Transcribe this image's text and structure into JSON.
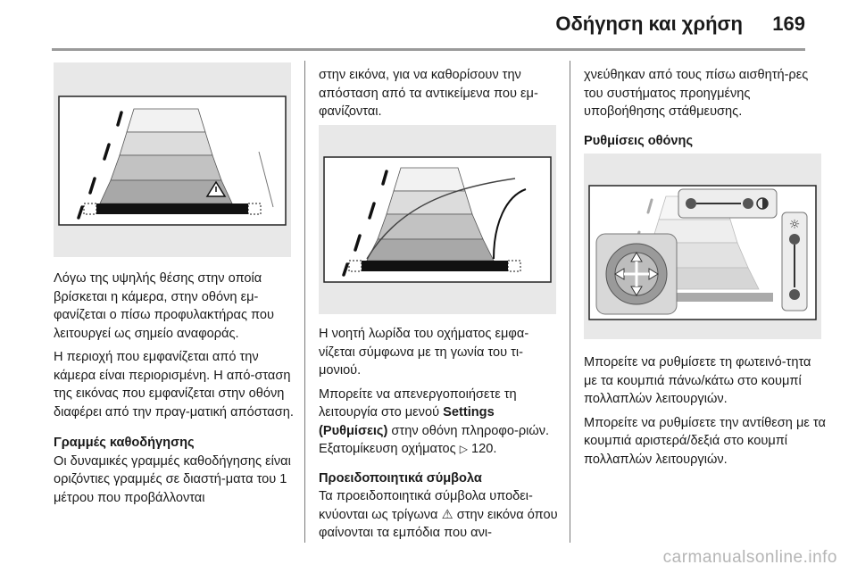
{
  "header": {
    "title": "Οδήγηση και χρήση",
    "page_number": "169"
  },
  "column1": {
    "p1": "Λόγω της υψηλής θέσης στην οποία βρίσκεται η κάμερα, στην οθόνη εμ-φανίζεται ο πίσω προφυλακτήρας που λειτουργεί ως σημείο αναφοράς.",
    "p2": "Η περιοχή που εμφανίζεται από την κάμερα είναι περιορισμένη. Η από-σταση της εικόνας που εμφανίζεται στην οθόνη διαφέρει από την πραγ-ματική απόσταση.",
    "heading": "Γραμμές καθοδήγησης",
    "p3": "Οι δυναμικές γραμμές καθοδήγησης είναι οριζόντιες γραμμές σε διαστή-ματα του 1 μέτρου που προβάλλονται"
  },
  "column2": {
    "p1": "στην εικόνα, για να καθορίσουν την απόσταση από τα αντικείμενα που εμ-φανίζονται.",
    "p2": "Η νοητή λωρίδα του οχήματος εμφα-νίζεται σύμφωνα με τη γωνία του τι-μονιού.",
    "p3_a": "Μπορείτε να απενεργοποιήσετε τη λειτουργία στο μενού ",
    "p3_bold": "Settings (Ρυθμίσεις)",
    "p3_b": " στην οθόνη πληροφο-ριών. Εξατομίκευση οχήματος ",
    "p3_ref_icon": "reference-arrow-icon",
    "p3_ref_page": "120.",
    "heading": "Προειδοποιητικά σύμβολα",
    "p4_a": "Τα προειδοποιητικά σύμβολα υποδει-κνύονται ως τρίγωνα ",
    "p4_icon": "warning-triangle-icon",
    "p4_b": " στην εικόνα όπου φαίνονται τα εμπόδια που ανι-"
  },
  "column3": {
    "p1": "χνεύθηκαν από τους πίσω αισθητή-ρες του συστήματος προηγμένης υποβοήθησης στάθμευσης.",
    "heading": "Ρυθμίσεις οθόνης",
    "p2": "Μπορείτε να ρυθμίσετε τη φωτεινό-τητα με τα κουμπιά πάνω/κάτω στο κουμπί πολλαπλών λειτουργιών.",
    "p3": "Μπορείτε να ρυθμίσετε την αντίθεση με τα κουμπιά αριστερά/δεξιά στο κουμπί πολλαπλών λειτουργιών."
  },
  "footer": {
    "url": "carmanualsonline.info"
  }
}
